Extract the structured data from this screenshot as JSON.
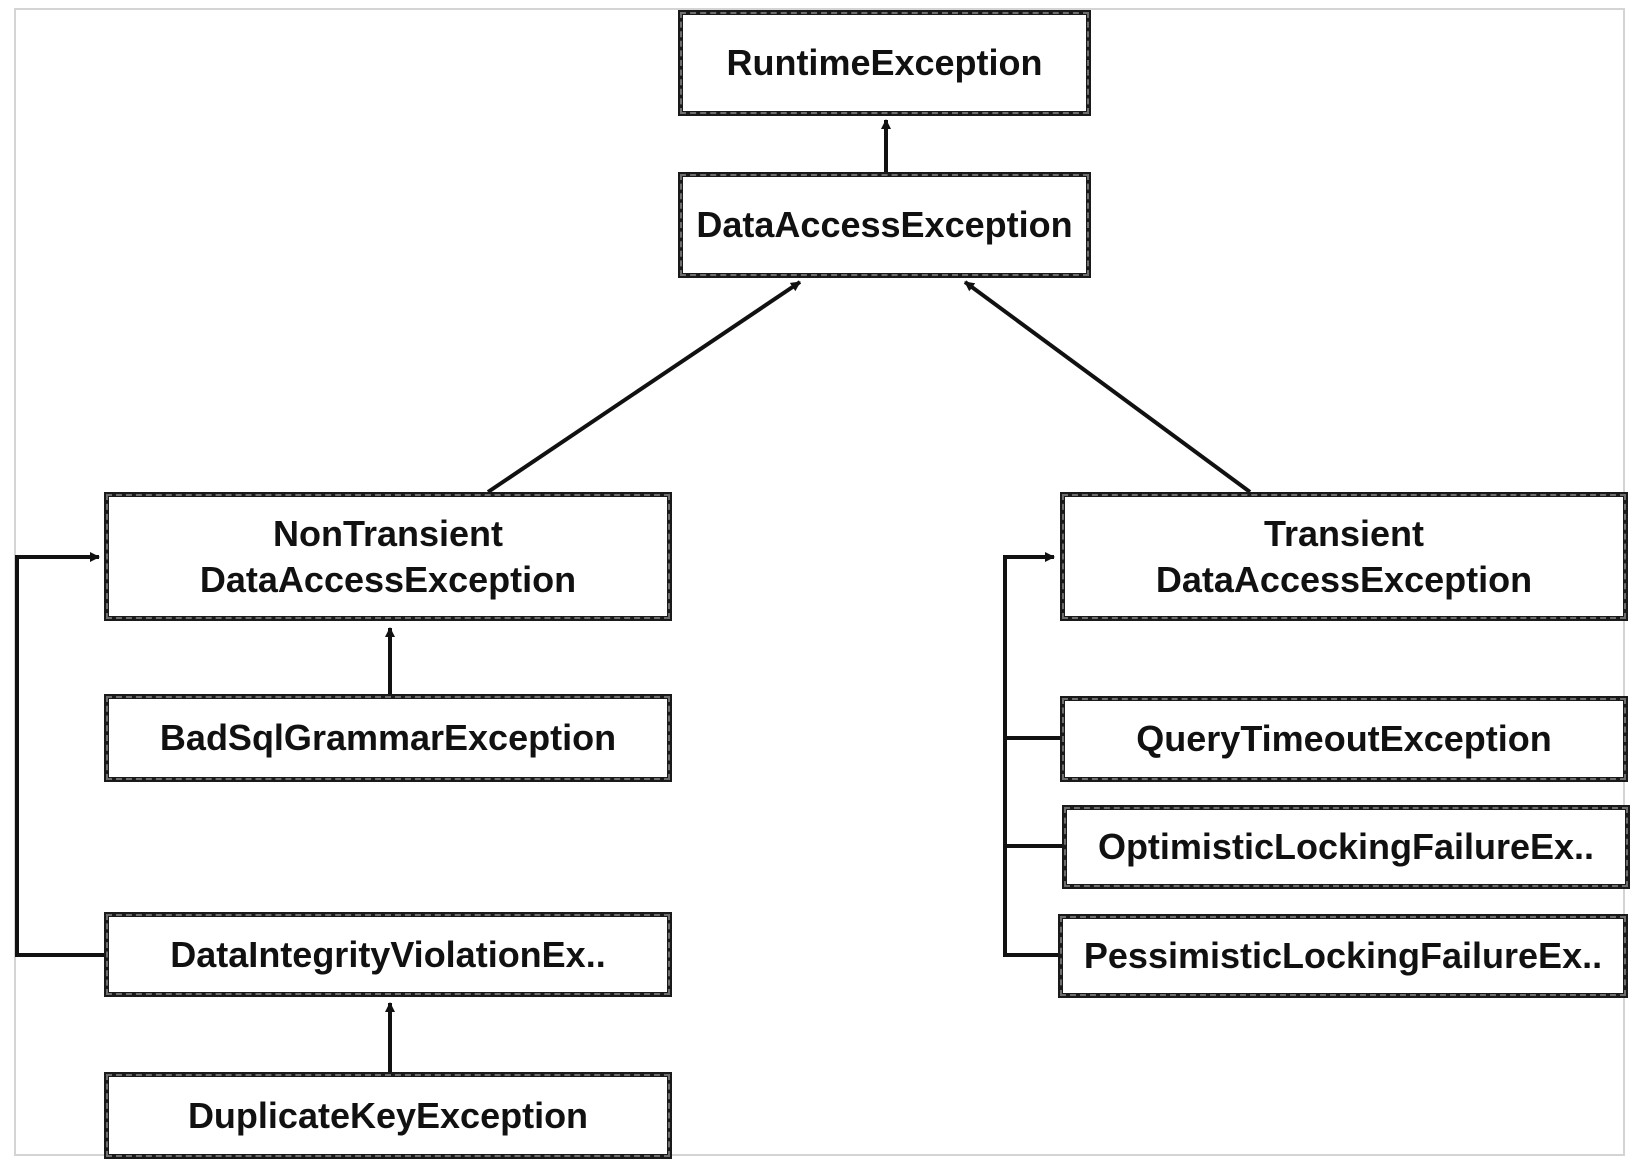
{
  "diagram": {
    "nodes": {
      "runtime_exception": "RuntimeException",
      "data_access_exception": "DataAccessException",
      "non_transient": {
        "line1": "NonTransient",
        "line2": "DataAccessException"
      },
      "transient": {
        "line1": "Transient",
        "line2": "DataAccessException"
      },
      "bad_sql_grammar": "BadSqlGrammarException",
      "data_integrity_violation": "DataIntegrityViolationEx..",
      "duplicate_key": "DuplicateKeyException",
      "query_timeout": "QueryTimeoutException",
      "optimistic_locking": "OptimisticLockingFailureEx..",
      "pessimistic_locking": "PessimisticLockingFailureEx.."
    },
    "edges": [
      {
        "from": "data_access_exception",
        "to": "runtime_exception"
      },
      {
        "from": "non_transient",
        "to": "data_access_exception"
      },
      {
        "from": "transient",
        "to": "data_access_exception"
      },
      {
        "from": "bad_sql_grammar",
        "to": "non_transient"
      },
      {
        "from": "data_integrity_violation",
        "to": "non_transient"
      },
      {
        "from": "duplicate_key",
        "to": "data_integrity_violation"
      },
      {
        "from": "query_timeout",
        "to": "transient"
      },
      {
        "from": "optimistic_locking",
        "to": "transient"
      },
      {
        "from": "pessimistic_locking",
        "to": "transient"
      }
    ],
    "colors": {
      "box_border": "#1a1a1a",
      "line": "#111111",
      "frame": "#d4d4d4"
    }
  }
}
